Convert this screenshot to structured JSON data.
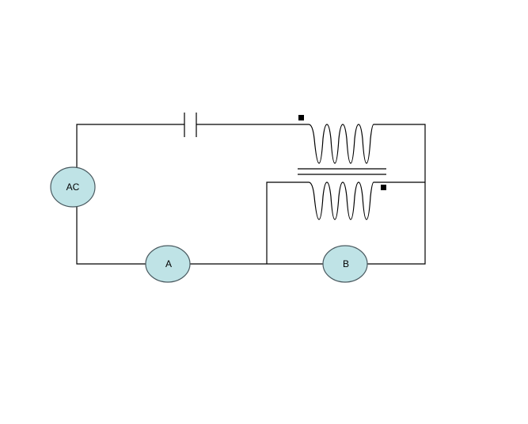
{
  "components": {
    "ac_source": {
      "label": "AC"
    },
    "ammeter_a": {
      "label": "A"
    },
    "meter_b": {
      "label": "B"
    },
    "capacitor": {
      "type": "capacitor"
    },
    "transformer": {
      "type": "transformer",
      "primary_turns": 4,
      "secondary_turns": 4,
      "polarity_marks": 2
    }
  },
  "colors": {
    "meter_fill": "#bfe3e6",
    "wire": "#000000"
  }
}
